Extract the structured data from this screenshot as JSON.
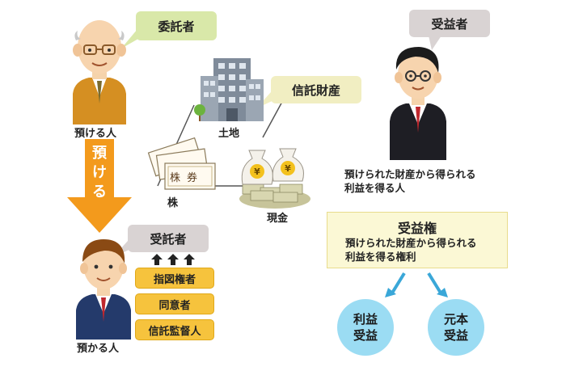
{
  "settlor": {
    "bubble": "委託者",
    "caption": "預ける人"
  },
  "entrust_arrow": {
    "label_lines": [
      "預",
      "け",
      "る"
    ]
  },
  "trustee": {
    "bubble": "受託者",
    "caption": "預かる人",
    "roles": [
      "指図権者",
      "同意者",
      "信託監督人"
    ]
  },
  "property": {
    "bubble": "信託財産",
    "items": {
      "land": "土地",
      "stock": "株",
      "cash": "現金"
    },
    "stock_glyphs": [
      "株",
      "券"
    ]
  },
  "beneficiary": {
    "bubble": "受益者",
    "description_lines": [
      "預けられた財産から得られる",
      "利益を得る人"
    ]
  },
  "rights": {
    "title": "受益権",
    "description_lines": [
      "預けられた財産から得られる",
      "利益を得る権利"
    ],
    "types": [
      {
        "lines": [
          "利益",
          "受益"
        ]
      },
      {
        "lines": [
          "元本",
          "受益"
        ]
      }
    ]
  },
  "colors": {
    "arrow_orange": "#f39a1c",
    "role_button": "#f6c33d",
    "circle_blue": "#9bdcf3",
    "bubble_green": "#d9e8a9",
    "bubble_grey": "#d9d3d3"
  }
}
